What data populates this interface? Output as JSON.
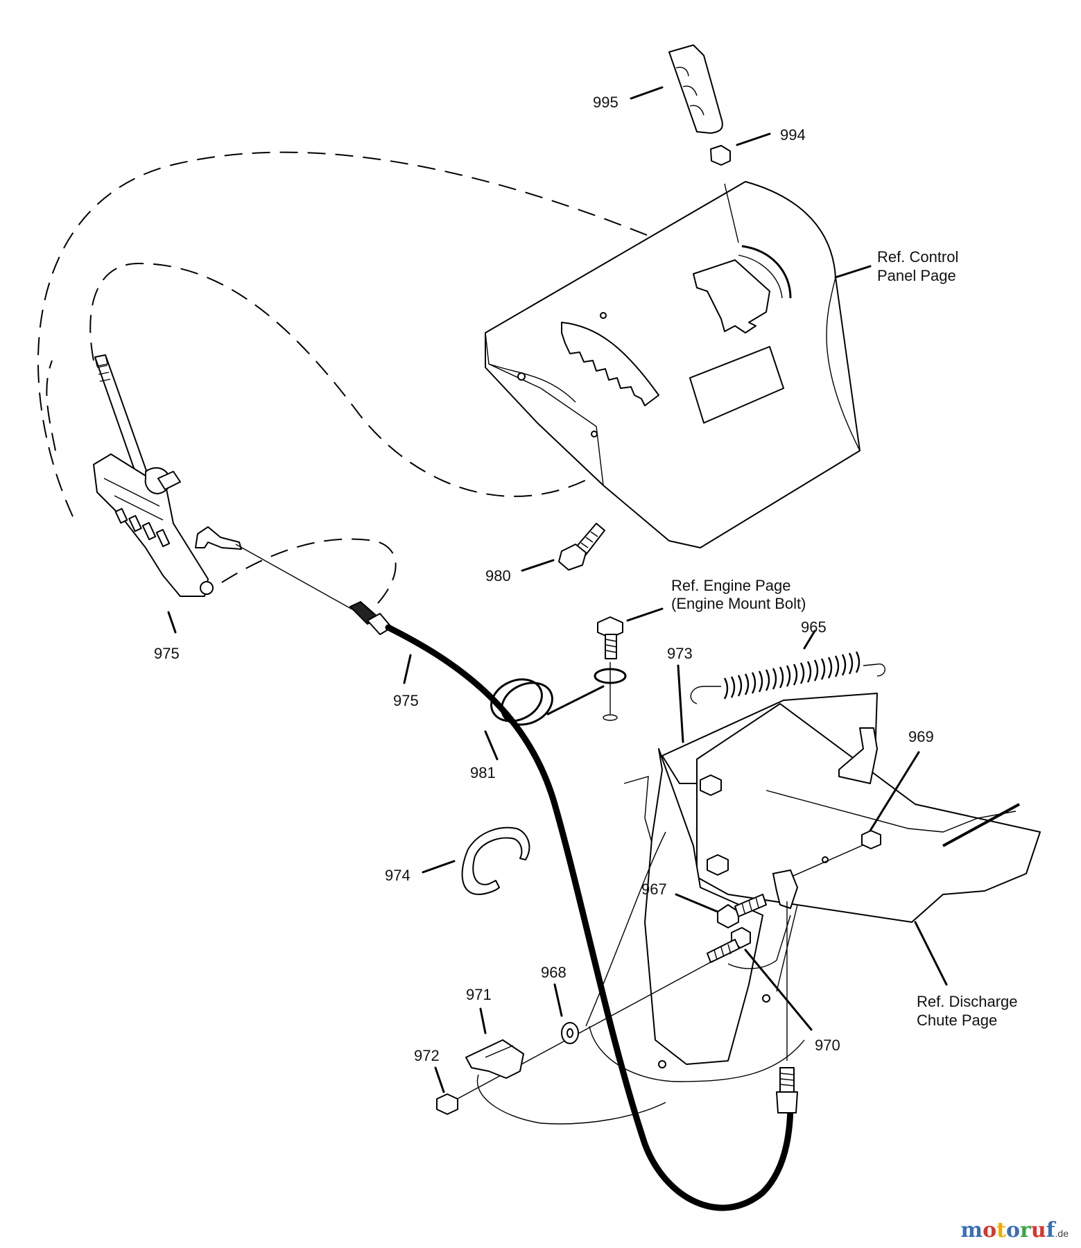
{
  "diagram": {
    "callouts": [
      {
        "id": "995",
        "text": "995"
      },
      {
        "id": "994",
        "text": "994"
      },
      {
        "id": "980",
        "text": "980"
      },
      {
        "id": "975a",
        "text": "975"
      },
      {
        "id": "975b",
        "text": "975"
      },
      {
        "id": "981",
        "text": "981"
      },
      {
        "id": "973",
        "text": "973"
      },
      {
        "id": "965",
        "text": "965"
      },
      {
        "id": "969",
        "text": "969"
      },
      {
        "id": "974",
        "text": "974"
      },
      {
        "id": "967",
        "text": "967"
      },
      {
        "id": "968",
        "text": "968"
      },
      {
        "id": "971",
        "text": "971"
      },
      {
        "id": "972",
        "text": "972"
      },
      {
        "id": "970",
        "text": "970"
      }
    ],
    "references": {
      "control_panel": [
        "Ref. Control",
        "Panel Page"
      ],
      "engine": [
        "Ref. Engine Page",
        "(Engine Mount Bolt)"
      ],
      "discharge_chute": [
        "Ref. Discharge",
        "Chute Page"
      ]
    }
  },
  "watermark": {
    "letters": [
      "m",
      "o",
      "t",
      "o",
      "r",
      "u",
      "f"
    ],
    "letter_colors": [
      "#3a6fb7",
      "#d9342b",
      "#f2a900",
      "#3a6fb7",
      "#3aa64a",
      "#d9342b",
      "#3a6fb7"
    ],
    "suffix": ".de"
  }
}
